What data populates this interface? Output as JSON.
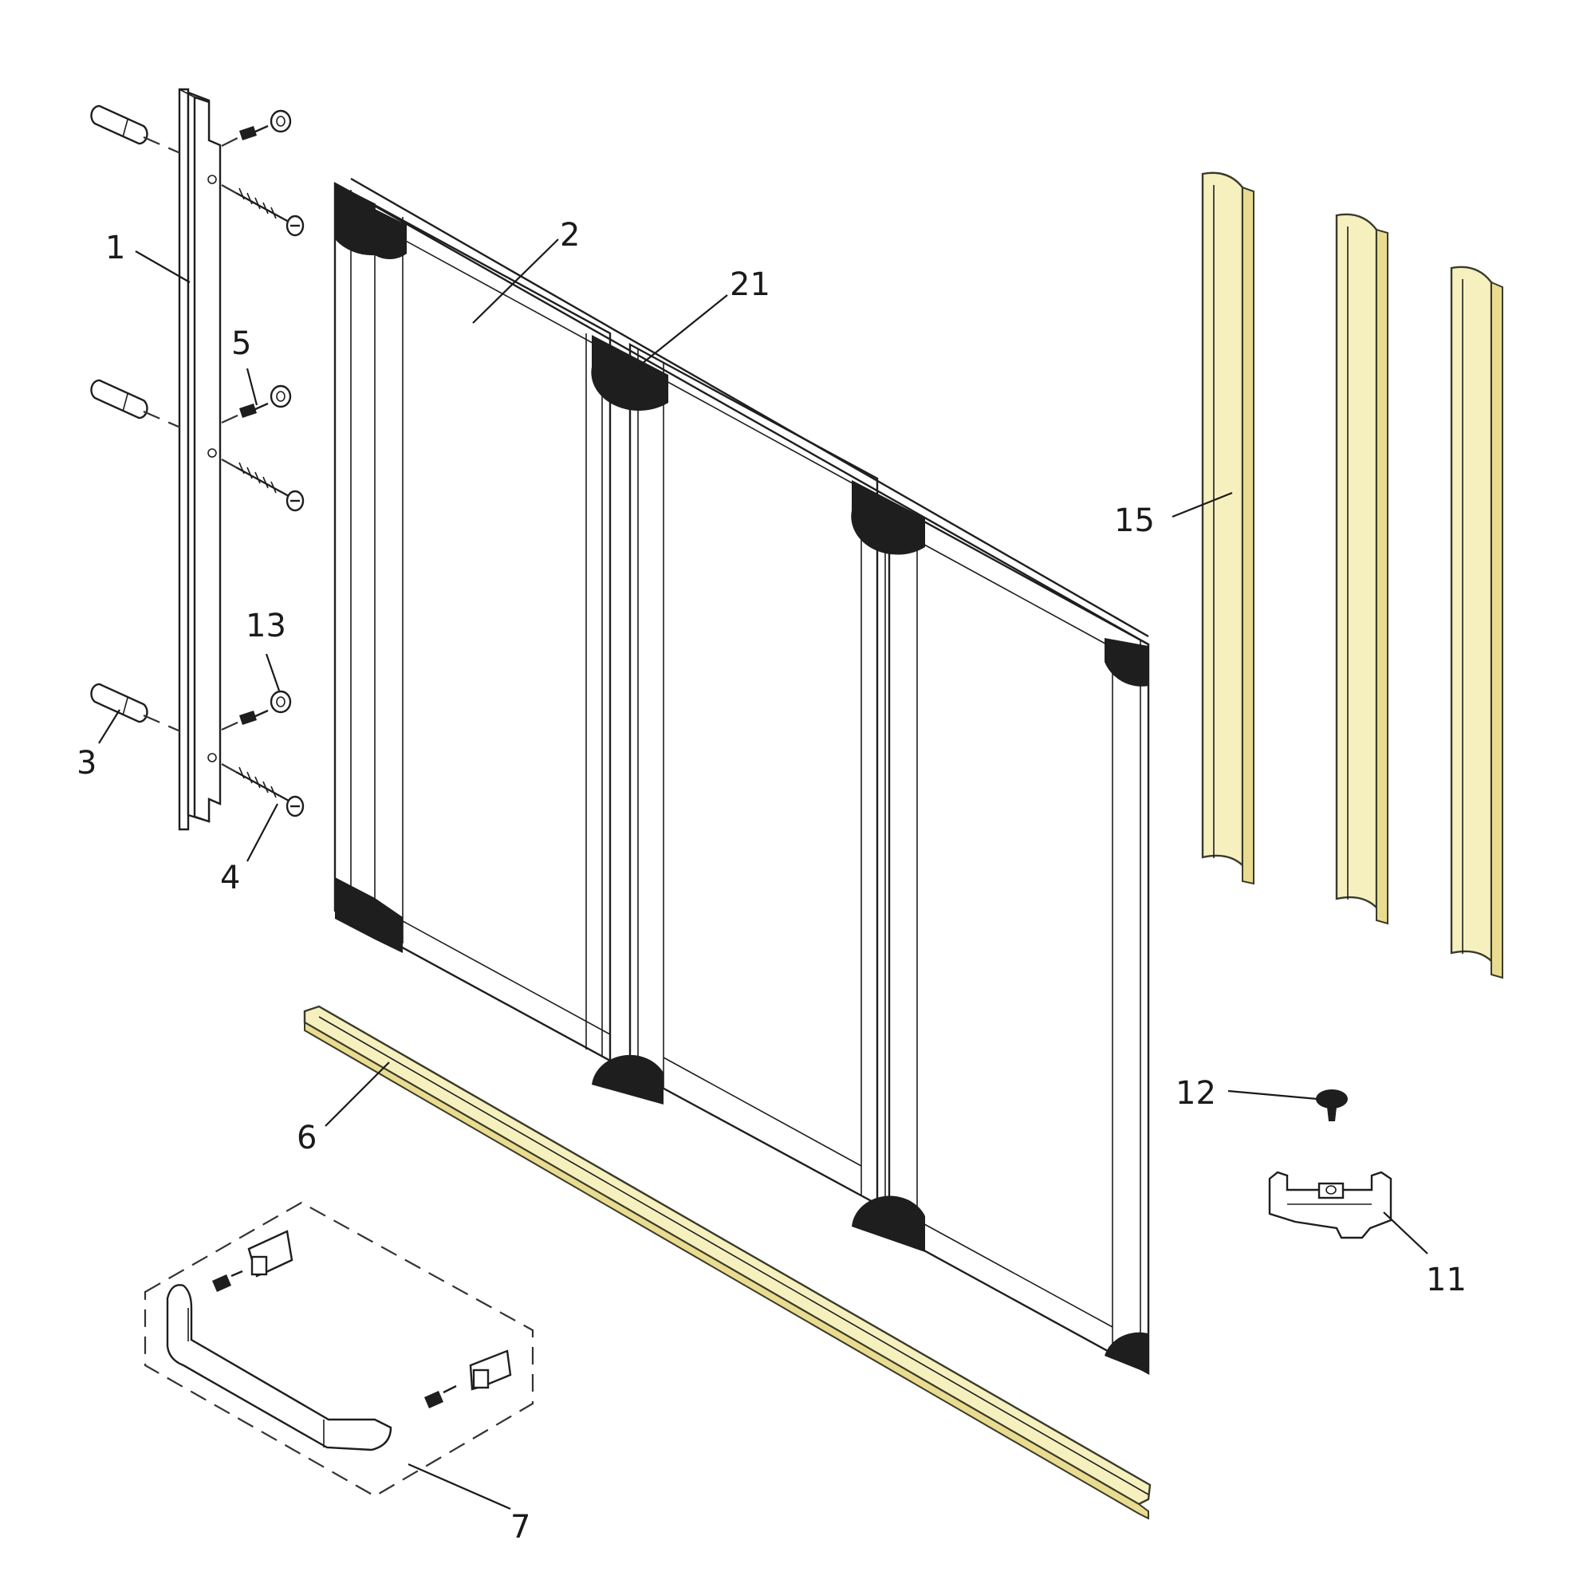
{
  "callouts": [
    {
      "id": "c1",
      "text": "1"
    },
    {
      "id": "c2",
      "text": "2"
    },
    {
      "id": "c21",
      "text": "21"
    },
    {
      "id": "c5",
      "text": "5"
    },
    {
      "id": "c13",
      "text": "13"
    },
    {
      "id": "c3",
      "text": "3"
    },
    {
      "id": "c4",
      "text": "4"
    },
    {
      "id": "c15",
      "text": "15"
    },
    {
      "id": "c6",
      "text": "6"
    },
    {
      "id": "c12",
      "text": "12"
    },
    {
      "id": "c11",
      "text": "11"
    },
    {
      "id": "c7",
      "text": "7"
    }
  ],
  "colors": {
    "line": "#1e1e1e",
    "profile_fill": "#f6f0bf",
    "profile_shade": "#e9dc90",
    "background": "#ffffff"
  }
}
